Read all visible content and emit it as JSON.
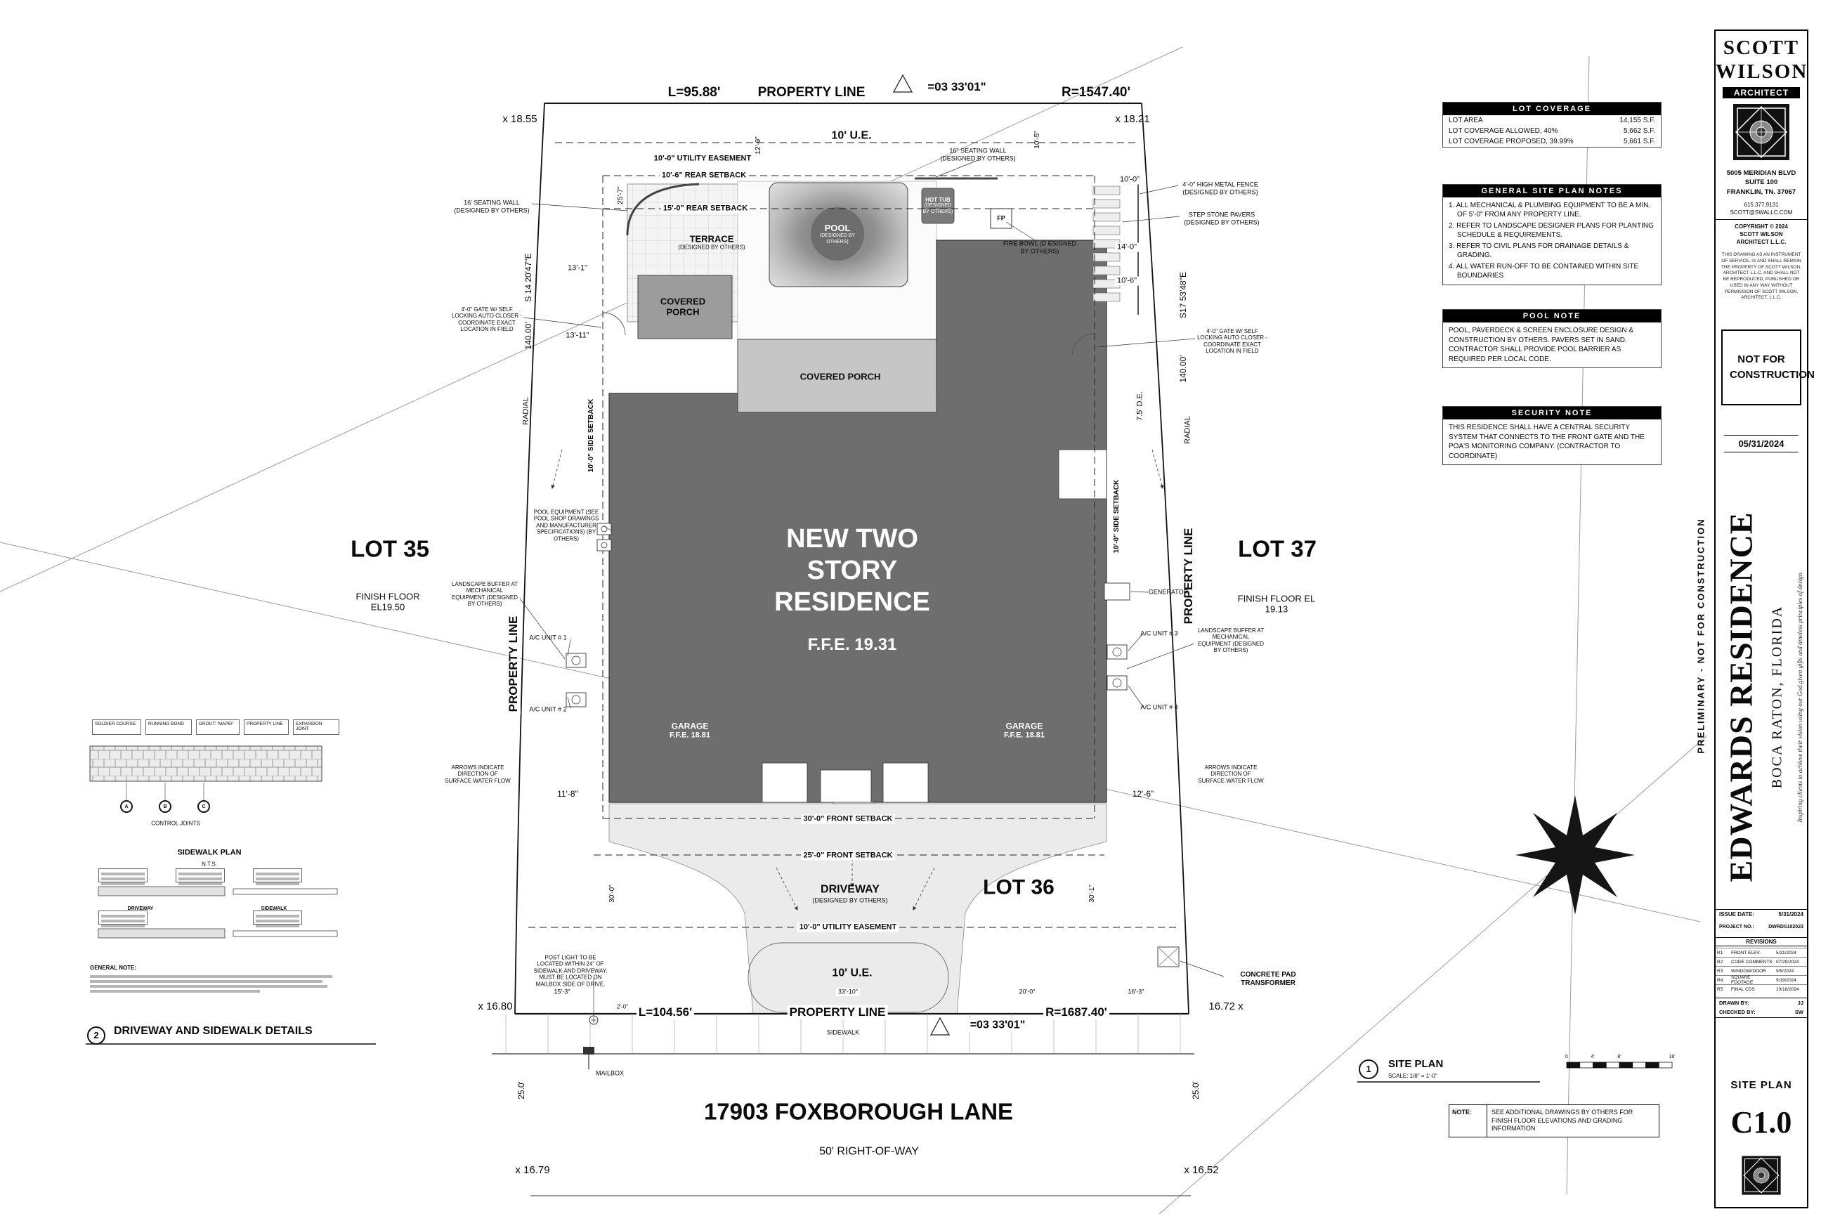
{
  "sheet": {
    "ink": "#0a0a0a",
    "building_fill": "#6e6e6e",
    "porch_left_fill": "#9c9c9c",
    "porch_center_fill": "#c6c6c6",
    "driveway_fill": "#ebebeb"
  },
  "plan": {
    "boundary": {
      "property_line": "PROPERTY LINE",
      "l_top": "L=95.88'",
      "r_top": "R=1547.40'",
      "l_bottom": "L=104.56'",
      "r_bottom": "R=1687.40'",
      "delta_angle": "=03 33'01\"",
      "bearing_left": "S 14 20'47\"E",
      "bearing_right": "S17 53'48\"E",
      "length_140": "140.00'",
      "radial": "RADIAL",
      "de": "7.5' D.E."
    },
    "spots": {
      "tl": "x 18.55",
      "tr": "x 18.21",
      "ml": "x 16.80",
      "mr": "16.72 x",
      "bl": "x 16.79",
      "br": "x 16.52"
    },
    "easements": {
      "ue": "10' U.E.",
      "utility": "10'-0\" UTILITY EASEMENT"
    },
    "setbacks": {
      "rear_a": "10'-6\" REAR SETBACK",
      "rear_b": "15'-0\" REAR SETBACK",
      "side": "10'-0\" SIDE SETBACK",
      "front_30": "30'-0\" FRONT SETBACK",
      "front_25": "25'-0\" FRONT SETBACK"
    },
    "residence": {
      "title": "NEW TWO STORY RESIDENCE",
      "ffe": "F.F.E. 19.31",
      "garage": "GARAGE",
      "garage_ffe": "F.F.E. 18.81",
      "covered_porch": "COVERED PORCH"
    },
    "amenities": {
      "pool": "POOL",
      "by_others": "(DESIGNED BY OTHERS)",
      "hot_tub": "HOT TUB",
      "fp": "FP",
      "fire_bowl": "FIRE BOWL (D ESIGNED BY OTHERS)",
      "terrace": "TERRACE",
      "seating_wall_left": "16' SEATING WALL (DESIGNED BY OTHERS)",
      "seating_wall_top": "16\" SEATING WALL (DESIGNED BY OTHERS)",
      "metal_fence": "4'-0\" HIGH METAL FENCE (DESIGNED BY OTHERS)",
      "step_stone": "STEP STONE PAVERS (DESIGNED BY OTHERS)",
      "driveway": "DRIVEWAY"
    },
    "equipment": {
      "pool_equipment": "POOL EQUIPMENT (SEE POOL SHOP DRAWINGS AND MANUFACTURER SPECIFICATIONS) (BY OTHERS)",
      "landscape_buffer": "LANDSCAPE BUFFER AT MECHANICAL EQUIPMENT (DESIGNED BY OTHERS)",
      "ac1": "A/C UNIT # 1",
      "ac2": "A/C UNIT # 2",
      "ac3": "A/C UNIT # 3",
      "ac4": "A/C UNIT # 4",
      "generator": "GENERATOR",
      "water_flow": "ARROWS INDICATE DIRECTION OF SURFACE WATER FLOW",
      "gate": "4'-0\" GATE W/ SELF LOCKING AUTO CLOSER - COORDINATE EXACT LOCATION IN FIELD",
      "post_light": "POST LIGHT TO BE LOCATED WITHIN 24\" OF SIDEWALK AND DRIVEWAY. MUST BE LOCATED ON MAILBOX SIDE OF DRIVE.",
      "mailbox": "MAILBOX",
      "transformer": "CONCRETE PAD TRANSFORMER"
    },
    "lots": {
      "lot35": "LOT 35",
      "lot35_ff": "FINISH FLOOR EL19.50",
      "lot36": "LOT 36",
      "lot37": "LOT 37",
      "lot37_ff": "FINISH FLOOR EL 19.13"
    },
    "street": {
      "name": "17903 FOXBOROUGH LANE",
      "row": "50' RIGHT-OF-WAY",
      "sidewalk": "SIDEWALK"
    },
    "dims": {
      "d12_9": "12'-9\"",
      "d10_5": "10'-5\"",
      "d25_7": "25'-7\"",
      "d13_1": "13'-1\"",
      "d13_11": "13'-11\"",
      "d14_0": "14'-0\"",
      "d10_6": "10'-6\"",
      "d10_0": "10'-0\"",
      "d11_8": "11'-8\"",
      "d12_6": "12'-6\"",
      "d30_0": "30'-0\"",
      "d30_1": "30'-1\"",
      "d15_3": "15'-3\"",
      "d2_0": "2'-0\"",
      "d33_10": "33'-10\"",
      "d20_0": "20'-0\"",
      "d16_3": "16'-3\"",
      "d25_0": "25.0'"
    }
  },
  "notes_panel": {
    "lot_coverage": {
      "title": "LOT COVERAGE",
      "rows": [
        {
          "label": "LOT AREA",
          "value": "14,155 S.F."
        },
        {
          "label": "LOT COVERAGE ALLOWED, 40%",
          "value": "5,662 S.F."
        },
        {
          "label": "LOT COVERAGE PROPOSED, 39.99%",
          "value": "5,661 S.F."
        }
      ]
    },
    "general_notes": {
      "title": "GENERAL SITE PLAN NOTES",
      "items": [
        "1. ALL MECHANICAL & PLUMBING EQUIPMENT TO BE A MIN. OF 5'-0\" FROM ANY PROPERTY LINE.",
        "2. REFER TO LANDSCAPE DESIGNER PLANS FOR PLANTING SCHEDULE & REQUIREMENTS.",
        "3. REFER TO CIVIL PLANS FOR DRAINAGE DETAILS & GRADING.",
        "4. ALL WATER RUN-OFF TO BE CONTAINED WITHIN SITE BOUNDARIES"
      ]
    },
    "pool_note": {
      "title": "POOL NOTE",
      "text": "POOL, PAVERDECK & SCREEN ENCLOSURE DESIGN & CONSTRUCTION BY OTHERS. PAVERS SET IN SAND.  CONTRACTOR SHALL PROVIDE POOL BARRIER AS REQUIRED PER LOCAL CODE."
    },
    "security_note": {
      "title": "SECURITY NOTE",
      "text": "THIS RESIDENCE SHALL HAVE A CENTRAL SECURITY SYSTEM THAT CONNECTS TO THE FRONT GATE AND THE POA'S MONITORING COMPANY. (CONTRACTOR TO COORDINATE)"
    },
    "note_box": {
      "label": "NOTE:",
      "text": "SEE ADDITIONAL DRAWINGS BY OTHERS FOR FINISH FLOOR ELEVATIONS AND GRADING INFORMATION"
    }
  },
  "refs": {
    "site_plan": {
      "num": "1",
      "label": "SITE PLAN",
      "scale": "SCALE: 1/8\"  =  1'-0\"",
      "scale_ticks": [
        "0",
        "4'",
        "8'",
        "16'"
      ]
    },
    "details": {
      "num": "2",
      "label": "DRIVEWAY AND SIDEWALK DETAILS"
    }
  },
  "details_panel": {
    "sidewalk_plan": "SIDEWALK PLAN",
    "nts": "N.T.S.",
    "markers": [
      "A",
      "B",
      "C"
    ],
    "labels": {
      "soldier": "SOLDIER COURSE",
      "running": "RUNNING BOND",
      "grout": "GROUT: 'MAPEI'",
      "pl": "PROPERTY LINE",
      "expansion": "EXPANSION JOINT",
      "control": "CONTROL JOINTS",
      "driveway": "DRIVEWAY",
      "sidewalk": "SIDEWALK",
      "general_note": "GENERAL NOTE:"
    }
  },
  "titleblock": {
    "firm_line1": "SCOTT",
    "firm_line2": "WILSON",
    "firm_line3": "ARCHITECT",
    "address1": "5005 MERIDIAN BLVD",
    "address2": "SUITE 100",
    "address3": "FRANKLIN, TN. 37067",
    "phone": "615.377.9131",
    "email": "SCOTT@SWALLC.COM",
    "copyright1": "COPYRIGHT © 2024",
    "copyright2": "SCOTT WILSON",
    "copyright3": "ARCHITECT L.L.C.",
    "legal": "THIS DRAWING AS AN INSTRUMENT OF SERVICE, IS AND SHALL REMAIN THE PROPERTY OF SCOTT WILSON, ARCHITECT L.L.C. AND SHALL NOT BE REPRODUCED, PUBLISHED OR USED IN ANY WAY WITHOUT PERMISSION OF SCOTT WILSON, ARCHITECT, L.L.C.",
    "not_for_construction": "NOT FOR CONSTRUCTION",
    "stamp_date": "05/31/2024",
    "preliminary": "PRELIMINARY - NOT FOR CONSTRUCTION",
    "project_name": "EDWARDS RESIDENCE",
    "project_location": "BOCA RATON,  FLORIDA",
    "motto": "Inspiring clients to achieve their vision using our God given gifts and timeless principles of design.",
    "issue_date_label": "ISSUE DATE:",
    "issue_date": "5/31/2024",
    "project_no_label": "PROJECT NO.:",
    "project_no": "DWRDS102023",
    "revisions_label": "REVISIONS",
    "revisions": [
      {
        "id": "R1",
        "desc": "FRONT ELEV.",
        "date": "5/31/2024"
      },
      {
        "id": "R2",
        "desc": "CODE COMMENTS",
        "date": "07/29/2024"
      },
      {
        "id": "R3",
        "desc": "WINDOW/DOOR",
        "date": "9/5/2024"
      },
      {
        "id": "R4",
        "desc": "SQUARE FOOTAGE",
        "date": "9/19/2024"
      },
      {
        "id": "R5",
        "desc": "FINAL CDS",
        "date": "10/18/2024"
      }
    ],
    "drawn_by_label": "DRAWN BY:",
    "drawn_by": "JJ",
    "checked_by_label": "CHECKED BY:",
    "checked_by": "SW",
    "sheet_title": "SITE PLAN",
    "sheet_no": "C1.0"
  }
}
